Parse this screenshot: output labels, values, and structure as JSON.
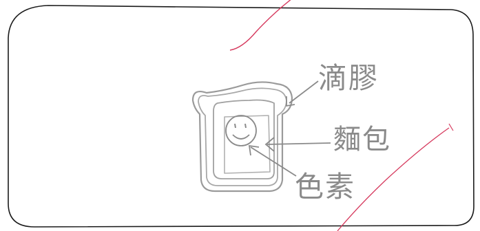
{
  "labels": {
    "glue": "滴膠",
    "bread": "麵包",
    "pigment": "色素"
  },
  "colors": {
    "pencil": "#8a8a8a",
    "border": "#1a1a1a",
    "red_marks": "#d63a5e",
    "background": "#ffffff"
  }
}
